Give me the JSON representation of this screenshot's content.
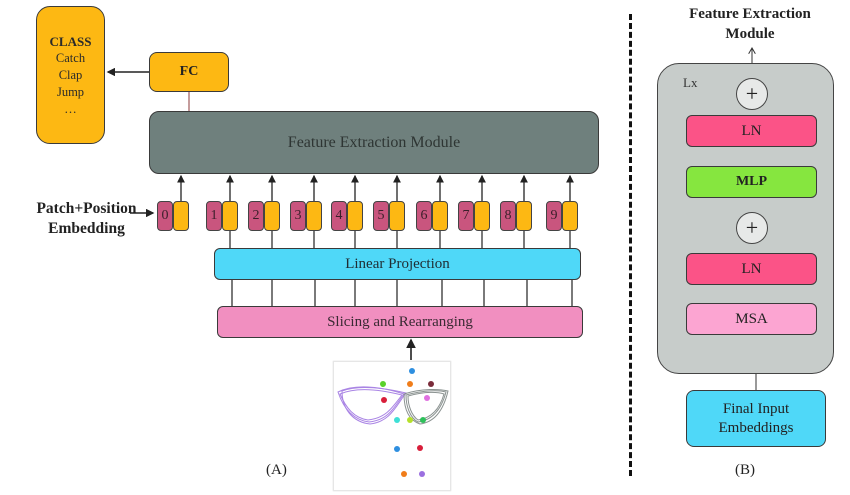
{
  "panel_a": {
    "class_box": {
      "title": "CLASS",
      "items": [
        "Catch",
        "Clap",
        "Jump",
        "…"
      ]
    },
    "fc_label": "FC",
    "feature_extraction_label": "Feature Extraction Module",
    "patch_position_label_line1": "Patch+Position",
    "patch_position_label_line2": "Embedding",
    "tokens": [
      "0",
      "1",
      "2",
      "3",
      "4",
      "5",
      "6",
      "7",
      "8",
      "9"
    ],
    "linear_projection_label": "Linear Projection",
    "slicing_label": "Slicing and Rearranging",
    "input_image": "skeleton-trajectory-visualization",
    "caption": "(A)"
  },
  "panel_b": {
    "title_line1": "Feature Extraction",
    "title_line2": "Module",
    "repeat_label": "Lx",
    "add_symbol": "+",
    "ln_top_label": "LN",
    "mlp_label": "MLP",
    "ln_bottom_label": "LN",
    "msa_label": "MSA",
    "input_line1": "Final Input",
    "input_line2": "Embeddings",
    "caption": "(B)"
  },
  "colors": {
    "orange": "#fdb813",
    "gray_module": "#6f807d",
    "cyan": "#4fd8f8",
    "pink": "#f18fc0",
    "position_token": "#c9557e",
    "layer_norm": "#fb5387",
    "mlp": "#86e63f",
    "msa": "#fca5d2"
  }
}
